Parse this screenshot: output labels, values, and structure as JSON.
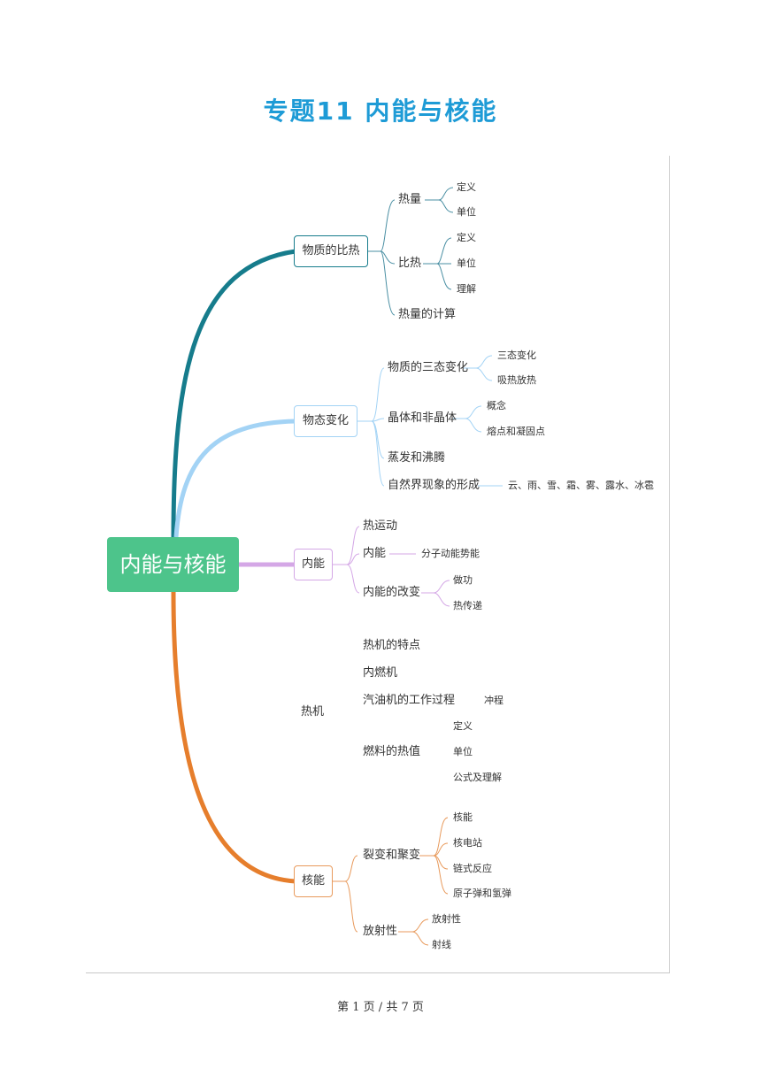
{
  "title": "专题11 内能与核能",
  "footer": "第 1 页 / 共 7 页",
  "colors": {
    "title": "#1e9bd6",
    "central": "#4dc48b",
    "teal": "#167c8c",
    "lightblue": "#a3d3f5",
    "purple": "#d4a7e6",
    "orange": "#e67e2c"
  },
  "mindmap": {
    "central": "内能与核能",
    "b1": {
      "label": "物质的比热",
      "c1": "热量",
      "c1_items": [
        "定义",
        "单位"
      ],
      "c2": "比热",
      "c2_items": [
        "定义",
        "单位",
        "理解"
      ],
      "c3": "热量的计算"
    },
    "b2": {
      "label": "物态变化",
      "c1": "物质的三态变化",
      "c1_items": [
        "三态变化",
        "吸热放热"
      ],
      "c2": "晶体和非晶体",
      "c2_items": [
        "概念",
        "熔点和凝固点"
      ],
      "c3": "蒸发和沸腾",
      "c4": "自然界现象的形成",
      "c4_item": "云、雨、雪、霜、雾、露水、冰雹"
    },
    "b3": {
      "label": "内能",
      "c1": "热运动",
      "c2": "内能",
      "c2_item": "分子动能势能",
      "c3": "内能的改变",
      "c3_items": [
        "做功",
        "热传递"
      ]
    },
    "b4": {
      "label": "热机",
      "c1": "热机的特点",
      "c2": "内燃机",
      "c3": "汽油机的工作过程",
      "c3_item": "冲程",
      "c4": "燃料的热值",
      "c4_items": [
        "定义",
        "单位",
        "公式及理解"
      ]
    },
    "b5": {
      "label": "核能",
      "c1": "裂变和聚变",
      "c1_items": [
        "核能",
        "核电站",
        "链式反应",
        "原子弹和氢弹"
      ],
      "c2": "放射性",
      "c2_items": [
        "放射性",
        "射线"
      ]
    }
  }
}
